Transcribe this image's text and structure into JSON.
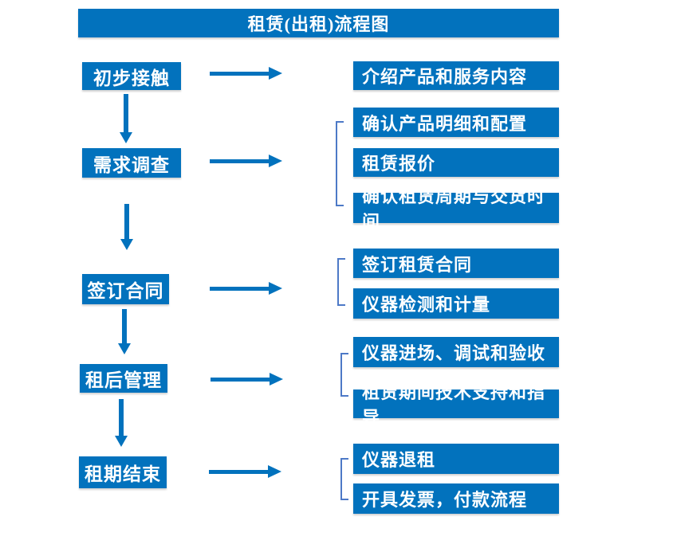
{
  "title": "租赁(出租)流程图",
  "colors": {
    "primary_blue": "#0272bd",
    "bracket_blue": "#4d79c7",
    "text_white": "#ffffff",
    "background": "#ffffff"
  },
  "steps": [
    {
      "label": "初步接触",
      "details": [
        "介绍产品和服务内容"
      ]
    },
    {
      "label": "需求调查",
      "details": [
        "确认产品明细和配置",
        "租赁报价",
        "确认租赁周期与交货时间"
      ]
    },
    {
      "label": "签订合同",
      "details": [
        "签订租赁合同",
        "仪器检测和计量"
      ]
    },
    {
      "label": "租后管理",
      "details": [
        "仪器进场、调试和验收",
        "租赁期间技术支持和指导"
      ]
    },
    {
      "label": "租期结束",
      "details": [
        "仪器退租",
        "开具发票，付款流程"
      ]
    }
  ]
}
